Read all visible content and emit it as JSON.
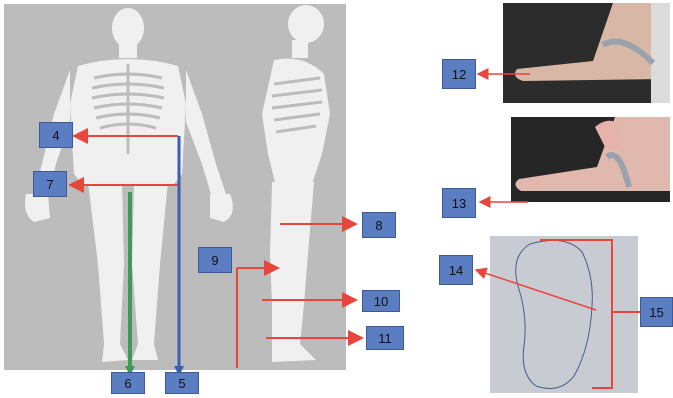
{
  "labels": {
    "l4": "4",
    "l5": "5",
    "l6": "6",
    "l7": "7",
    "l8": "8",
    "l9": "9",
    "l10": "10",
    "l11": "11",
    "l12": "12",
    "l13": "13",
    "l14": "14",
    "l15": "15"
  },
  "colors": {
    "arrow": "#e8453c",
    "blue_line": "#3a5fb0",
    "green_line": "#3f9a5a",
    "label_fill": "#5b7ec2",
    "skeleton": "#f2f2f2"
  }
}
